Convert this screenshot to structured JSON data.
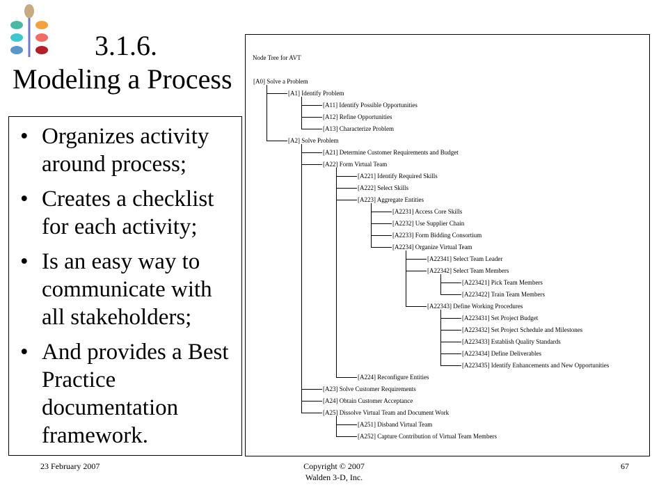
{
  "slide": {
    "title_number": "3.1.6.",
    "title_text": "Modeling a Process",
    "bullets": [
      "Organizes activity around process;",
      "Creates a checklist for each activity;",
      "Is an easy way to communicate with all stakeholders;",
      "And provides a Best Practice documentation framework."
    ],
    "bullet_glyph": "•"
  },
  "logo": {
    "colors": {
      "top": "#c8aa82",
      "teal": "#4bb9a8",
      "orange": "#f5a23c",
      "cyan": "#3cc8cc",
      "salmon": "#f06e64",
      "blue": "#5a96c8",
      "darkred": "#b41e28",
      "stem": "#6e78c8"
    }
  },
  "tree": {
    "title": "Node Tree for AVT",
    "nodes": [
      {
        "label": "[A0] Solve a Problem",
        "level": 0
      },
      {
        "label": "[A1] Identify Problem",
        "level": 1
      },
      {
        "label": "[A11] Identify Possible Opportunities",
        "level": 2
      },
      {
        "label": "[A12] Refine Opportunities",
        "level": 2
      },
      {
        "label": "[A13] Characterize Problem",
        "level": 2
      },
      {
        "label": "[A2] Solve Problem",
        "level": 1
      },
      {
        "label": "[A21] Determine Customer Requirements and Budget",
        "level": 2
      },
      {
        "label": "[A22] Form Virtual Team",
        "level": 2
      },
      {
        "label": "[A221] Identify  Required  Skills",
        "level": 3
      },
      {
        "label": "[A222] Select Skills",
        "level": 3
      },
      {
        "label": "[A223] Aggregate Entities",
        "level": 3
      },
      {
        "label": "[A2231] Access Core Skills",
        "level": 4
      },
      {
        "label": "[A2232] Use Supplier Chain",
        "level": 4
      },
      {
        "label": "[A2233] Form Bidding Consortium",
        "level": 4
      },
      {
        "label": "[A2234] Organize Virtual Team",
        "level": 4
      },
      {
        "label": "[A22341] Select Team Leader",
        "level": 5
      },
      {
        "label": "[A22342] Select Team Members",
        "level": 5
      },
      {
        "label": "[A223421] Pick Team Members",
        "level": 6
      },
      {
        "label": "[A223422] Train Team Members",
        "level": 6
      },
      {
        "label": "[A22343] Define Working Procedures",
        "level": 5
      },
      {
        "label": "[A223431] Set Project Budget",
        "level": 6
      },
      {
        "label": "[A223432] Set Project Schedule and Milestones",
        "level": 6
      },
      {
        "label": "[A223433] Establish Quality Standards",
        "level": 6
      },
      {
        "label": "[A223434] Define Deliverables",
        "level": 6
      },
      {
        "label": "[A223435] Identify Enhancements and New Opportunities",
        "level": 6
      },
      {
        "label": "[A224] Reconfigure Entities",
        "level": 3
      },
      {
        "label": "[A23] Solve Customer Requirements",
        "level": 2
      },
      {
        "label": "[A24] Obtain Customer Acceptance",
        "level": 2
      },
      {
        "label": "[A25] Dissolve Virtual Team and Document Work",
        "level": 2
      },
      {
        "label": "[A251] Disband Virtual Team",
        "level": 3
      },
      {
        "label": "[A252] Capture Contribution of Virtual Team Members",
        "level": 3
      }
    ]
  },
  "footer": {
    "date": "23 February 2007",
    "copyright_line1": "Copyright © 2007",
    "copyright_line2": "Walden 3-D, Inc.",
    "page_number": "67"
  }
}
